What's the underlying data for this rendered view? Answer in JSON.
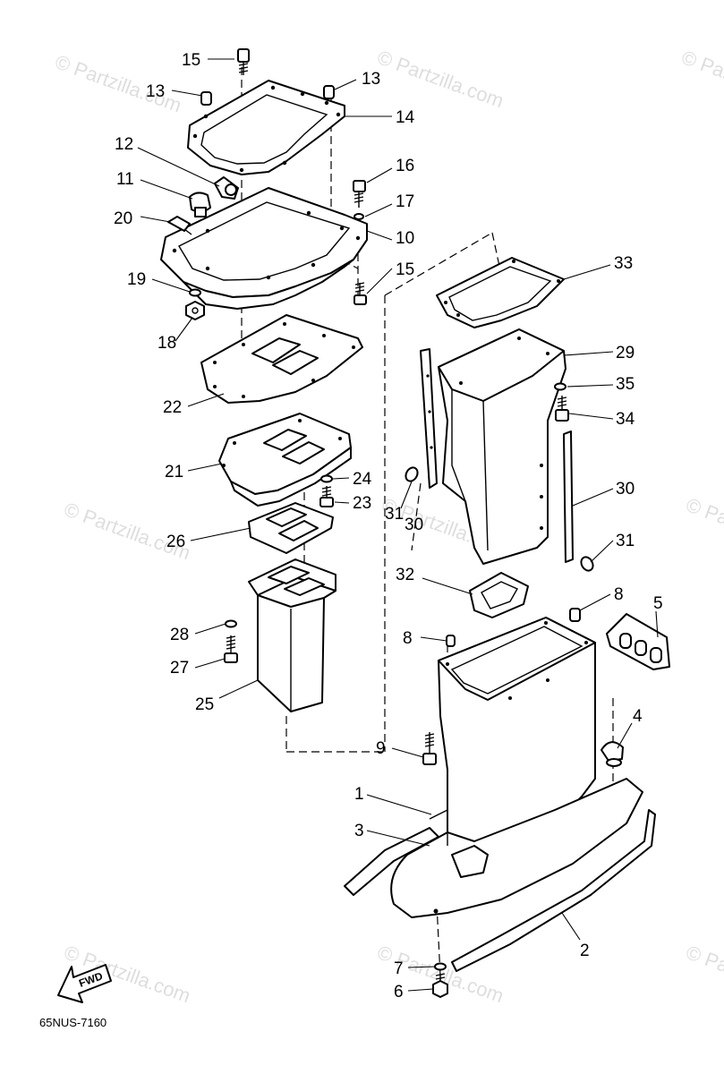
{
  "diagram": {
    "reference_code": "65NUS-7160",
    "fwd_label": "FWD",
    "watermark_text": "© Partzilla.com",
    "callouts": [
      {
        "id": "c15a",
        "label": "15"
      },
      {
        "id": "c13a",
        "label": "13"
      },
      {
        "id": "c13b",
        "label": "13"
      },
      {
        "id": "c14",
        "label": "14"
      },
      {
        "id": "c12",
        "label": "12"
      },
      {
        "id": "c16",
        "label": "16"
      },
      {
        "id": "c11",
        "label": "11"
      },
      {
        "id": "c17",
        "label": "17"
      },
      {
        "id": "c20",
        "label": "20"
      },
      {
        "id": "c10",
        "label": "10"
      },
      {
        "id": "c19",
        "label": "19"
      },
      {
        "id": "c15b",
        "label": "15"
      },
      {
        "id": "c33",
        "label": "33"
      },
      {
        "id": "c18",
        "label": "18"
      },
      {
        "id": "c29",
        "label": "29"
      },
      {
        "id": "c22",
        "label": "22"
      },
      {
        "id": "c35",
        "label": "35"
      },
      {
        "id": "c34",
        "label": "34"
      },
      {
        "id": "c21",
        "label": "21"
      },
      {
        "id": "c24",
        "label": "24"
      },
      {
        "id": "c30a",
        "label": "30"
      },
      {
        "id": "c23",
        "label": "23"
      },
      {
        "id": "c31a",
        "label": "31"
      },
      {
        "id": "c30b",
        "label": "30"
      },
      {
        "id": "c26",
        "label": "26"
      },
      {
        "id": "c31b",
        "label": "31"
      },
      {
        "id": "c32",
        "label": "32"
      },
      {
        "id": "c8a",
        "label": "8"
      },
      {
        "id": "c5",
        "label": "5"
      },
      {
        "id": "c8b",
        "label": "8"
      },
      {
        "id": "c28",
        "label": "28"
      },
      {
        "id": "c27",
        "label": "27"
      },
      {
        "id": "c25",
        "label": "25"
      },
      {
        "id": "c4",
        "label": "4"
      },
      {
        "id": "c9",
        "label": "9"
      },
      {
        "id": "c1",
        "label": "1"
      },
      {
        "id": "c3",
        "label": "3"
      },
      {
        "id": "c2",
        "label": "2"
      },
      {
        "id": "c7",
        "label": "7"
      },
      {
        "id": "c6",
        "label": "6"
      }
    ]
  }
}
